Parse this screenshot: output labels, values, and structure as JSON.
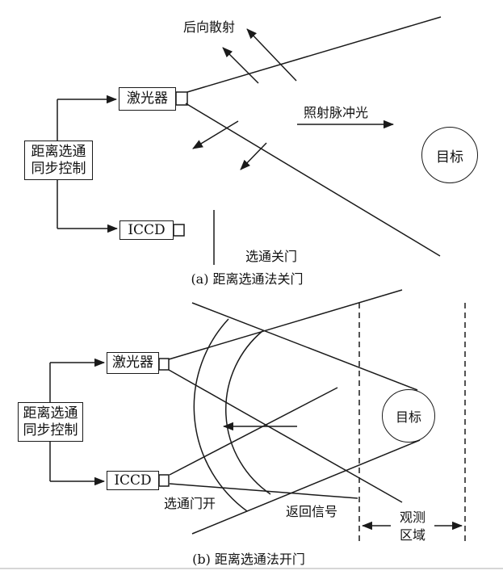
{
  "figure": {
    "colors": {
      "line": "#1a1a1a",
      "background": "#ffffff",
      "divider": "#c9c9c9"
    },
    "panel_a": {
      "caption": "(a) 距离选通法关门",
      "control_box": {
        "line1": "距离选通",
        "line2": "同步控制"
      },
      "laser_label": "激光器",
      "iccd_label": "ICCD",
      "backscatter_label": "后向散射",
      "pulse_label": "照射脉冲光",
      "gate_label": "选通关门",
      "target_label": "目标"
    },
    "panel_b": {
      "caption": "(b) 距离选通法开门",
      "control_box": {
        "line1": "距离选通",
        "line2": "同步控制"
      },
      "laser_label": "激光器",
      "iccd_label": "ICCD",
      "gate_label": "选通门开",
      "return_label": "返回信号",
      "observation_label": {
        "line1": "观测",
        "line2": "区域"
      },
      "target_label": "目标"
    }
  }
}
